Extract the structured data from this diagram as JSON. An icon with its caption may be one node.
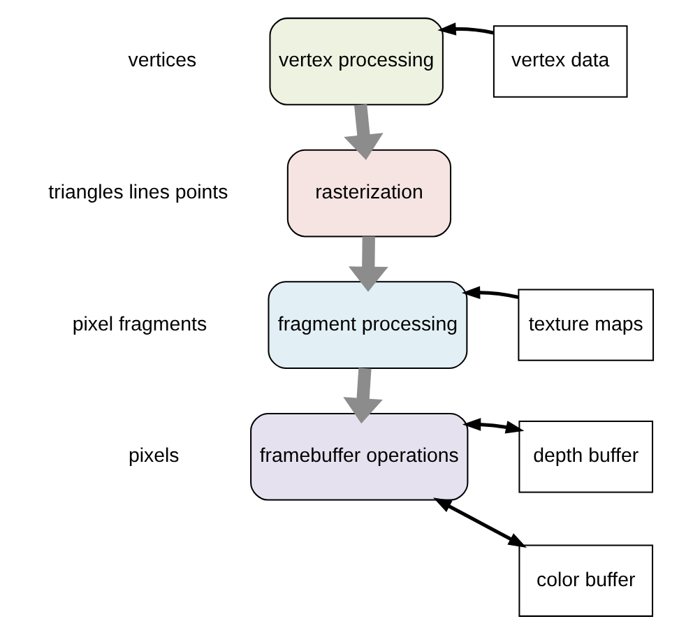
{
  "diagram": {
    "nodes": [
      {
        "text": [
          "vertex processing"
        ]
      },
      {
        "text": [
          "rasterization"
        ]
      },
      {
        "text": [
          "fragment processing"
        ]
      },
      {
        "text": [
          "framebuffer operations"
        ]
      },
      {
        "text": [
          "vertex data"
        ]
      },
      {
        "text": [
          "texture maps"
        ]
      },
      {
        "text": [
          "depth buffer"
        ]
      },
      {
        "text": [
          "color buffer"
        ]
      }
    ],
    "edges": [
      {
        "from": 0,
        "to": 1,
        "arrow": "to",
        "style": "thick",
        "color": "#8c8c8c"
      },
      {
        "from": 1,
        "to": 2,
        "arrow": "to",
        "style": "thick",
        "color": "#8c8c8c"
      },
      {
        "from": 2,
        "to": 3,
        "arrow": "to",
        "style": "thick",
        "color": "#8c8c8c"
      },
      {
        "from": 4,
        "to": 0,
        "arrow": "to"
      },
      {
        "from": 5,
        "to": 2,
        "arrow": "to"
      },
      {
        "from": 3,
        "to": 6,
        "arrow": "both"
      },
      {
        "from": 3,
        "to": 7,
        "arrow": "both"
      }
    ],
    "labels": [
      "vertices",
      "triangles lines points",
      "pixel fragments",
      "pixels"
    ]
  }
}
